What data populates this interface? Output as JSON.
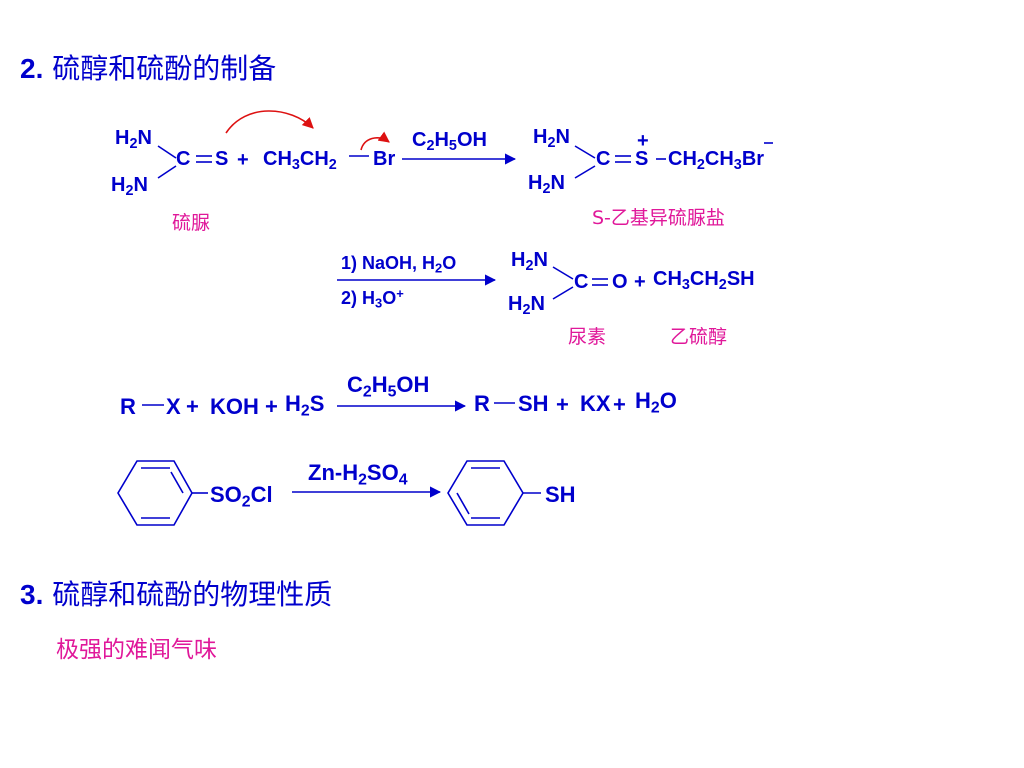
{
  "section2": {
    "number": "2.",
    "title": "硫醇和硫酚的制备"
  },
  "section3": {
    "number": "3.",
    "title": "硫醇和硫酚的物理性质",
    "note": "极强的难闻气味"
  },
  "reaction1": {
    "labels": {
      "thiourea": "硫脲",
      "salt": "S-乙基异硫脲盐",
      "urea": "尿素",
      "ethanethiol": "乙硫醇"
    }
  },
  "colors": {
    "text": "#0000cc",
    "label": "#e0189a",
    "arrow": "#dd1111"
  }
}
